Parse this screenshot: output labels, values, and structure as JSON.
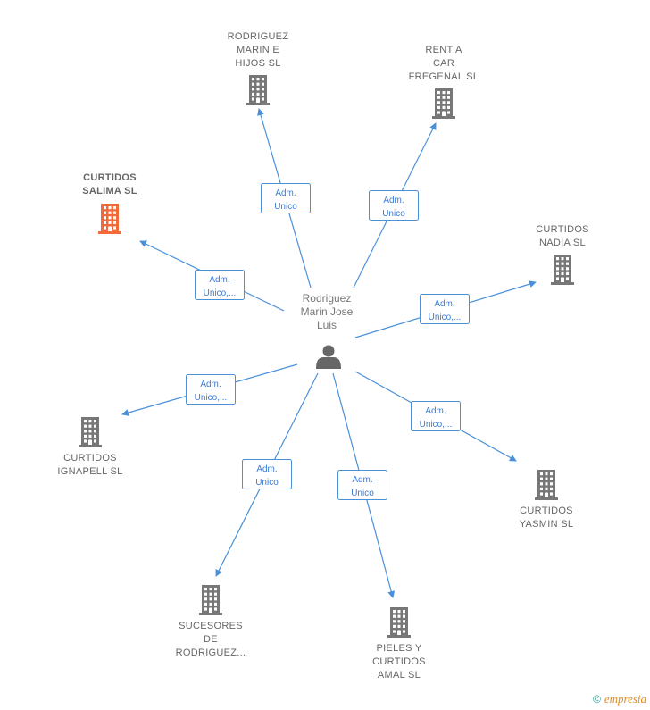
{
  "colors": {
    "edge": "#4a90d9",
    "building": "#777777",
    "building_highlight": "#f26a3a",
    "person": "#666666"
  },
  "center": {
    "name": "Rodriguez Marin Jose Luis",
    "lines": [
      "Rodriguez",
      "Marin Jose",
      "Luis"
    ],
    "icon": "person-icon"
  },
  "nodes": [
    {
      "id": "rodriguez-marin-e-hijos",
      "lines": [
        "RODRIGUEZ",
        "MARIN E",
        "HIJOS  SL"
      ],
      "icon": "building-icon",
      "highlight": false,
      "edge_lines": [
        "Adm.",
        "Unico"
      ]
    },
    {
      "id": "rent-a-car-fregenal",
      "lines": [
        "RENT A",
        "CAR",
        "FREGENAL  SL"
      ],
      "icon": "building-icon",
      "highlight": false,
      "edge_lines": [
        "Adm.",
        "Unico"
      ]
    },
    {
      "id": "curtidos-salima",
      "lines": [
        "CURTIDOS",
        "SALIMA  SL"
      ],
      "icon": "building-icon",
      "highlight": true,
      "edge_lines": [
        "Adm.",
        "Unico,..."
      ]
    },
    {
      "id": "curtidos-nadia",
      "lines": [
        "CURTIDOS",
        "NADIA  SL"
      ],
      "icon": "building-icon",
      "highlight": false,
      "edge_lines": [
        "Adm.",
        "Unico,..."
      ]
    },
    {
      "id": "curtidos-ignapell",
      "lines": [
        "CURTIDOS",
        "IGNAPELL SL"
      ],
      "icon": "building-icon",
      "highlight": false,
      "edge_lines": [
        "Adm.",
        "Unico,..."
      ]
    },
    {
      "id": "curtidos-yasmin",
      "lines": [
        "CURTIDOS",
        "YASMIN  SL"
      ],
      "icon": "building-icon",
      "highlight": false,
      "edge_lines": [
        "Adm.",
        "Unico,..."
      ]
    },
    {
      "id": "sucesores-de-rodriguez",
      "lines": [
        "SUCESORES",
        "DE",
        "RODRIGUEZ..."
      ],
      "icon": "building-icon",
      "highlight": false,
      "edge_lines": [
        "Adm.",
        "Unico"
      ]
    },
    {
      "id": "pieles-y-curtidos-amal",
      "lines": [
        "PIELES Y",
        "CURTIDOS",
        "AMAL  SL"
      ],
      "icon": "building-icon",
      "highlight": false,
      "edge_lines": [
        "Adm.",
        "Unico"
      ]
    }
  ],
  "footer": {
    "copyright_symbol": "©",
    "brand": "mpresia",
    "brand_initial": "e"
  }
}
